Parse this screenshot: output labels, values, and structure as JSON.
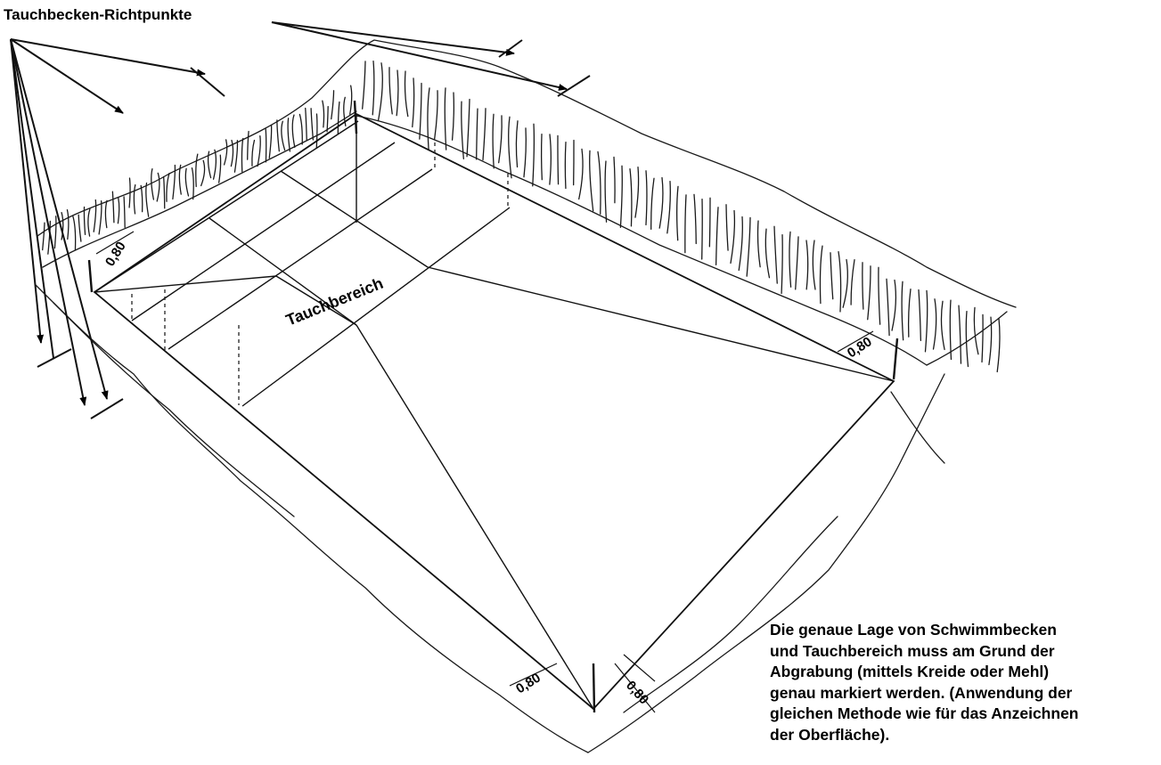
{
  "title_label": "Tauchbecken-Richtpunkte",
  "zone_label": "Tauchbereich",
  "dimension_label": "0,80",
  "instruction_lines": [
    "Die genaue Lage von Schwimmbecken",
    "und Tauchbereich muss am Grund der",
    "Abgrabung (mittels Kreide oder Mehl)",
    "genau markiert werden. (Anwendung der",
    "gleichen Methode wie für das Anzeichnen",
    "der Oberfläche)."
  ]
}
